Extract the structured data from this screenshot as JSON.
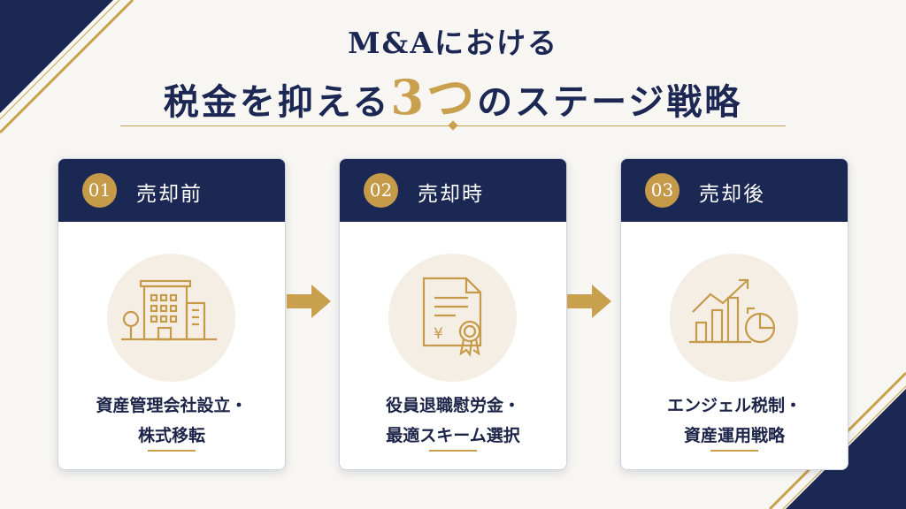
{
  "title": {
    "line1": "M&Aにおける",
    "line2_pre": "税金を抑える",
    "line2_number": "3つ",
    "line2_post": "のステージ戦略"
  },
  "stages": [
    {
      "number": "01",
      "label": "売却前",
      "icon": "building-icon",
      "lines": [
        "資産管理会社設立・",
        "株式移転"
      ]
    },
    {
      "number": "02",
      "label": "売却時",
      "icon": "certificate-yen-icon",
      "lines": [
        "役員退職慰労金・",
        "最適スキーム選択"
      ]
    },
    {
      "number": "03",
      "label": "売却後",
      "icon": "growth-chart-icon",
      "lines": [
        "エンジェル税制・",
        "資産運用戦略"
      ]
    }
  ],
  "colors": {
    "navy": "#1b2854",
    "gold": "#c9a04e",
    "background": "#f7f6f3"
  }
}
